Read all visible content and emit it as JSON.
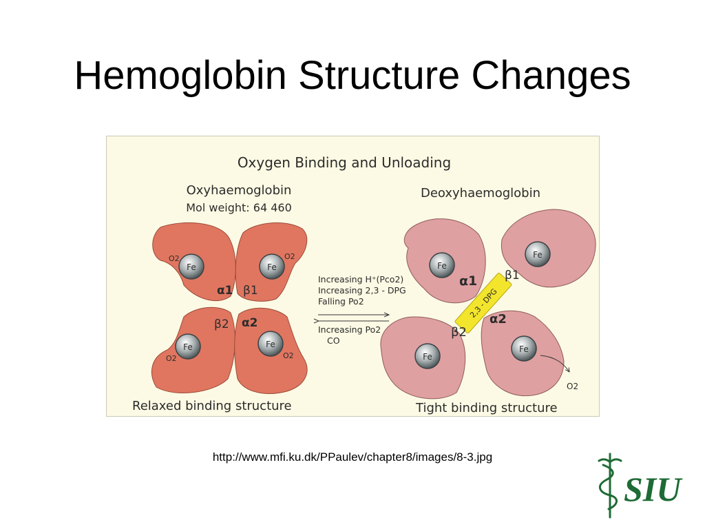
{
  "slide": {
    "title": "Hemoglobin Structure Changes",
    "source_url": "http://www.mfi.ku.dk/PPaulev/chapter8/images/8-3.jpg"
  },
  "figure": {
    "heading": "Oxygen Binding and Unloading",
    "left": {
      "name": "Oxyhaemoglobin",
      "weight": "Mol weight: 64 460",
      "caption": "Relaxed binding structure",
      "subunits": [
        "α1",
        "β1",
        "β2",
        "α2"
      ],
      "iron_label": "Fe",
      "oxygen_label": "O2",
      "color": "#e07660"
    },
    "right": {
      "name": "Deoxyhaemoglobin",
      "caption": "Tight binding structure",
      "subunits": [
        "α1",
        "β1",
        "β2",
        "α2"
      ],
      "iron_label": "Fe",
      "released_label": "O2",
      "color": "#dfa0a2",
      "bridge_label": "2,3 - DPG",
      "bridge_color": "#f3e52c"
    },
    "forward_conditions": [
      "Increasing H⁺(Pco2)",
      "Increasing 2,3 - DPG",
      "Falling Po2"
    ],
    "reverse_conditions": [
      "Increasing Po2",
      "CO"
    ]
  },
  "logo": {
    "text": "SIU",
    "color": "#1e6b35"
  }
}
